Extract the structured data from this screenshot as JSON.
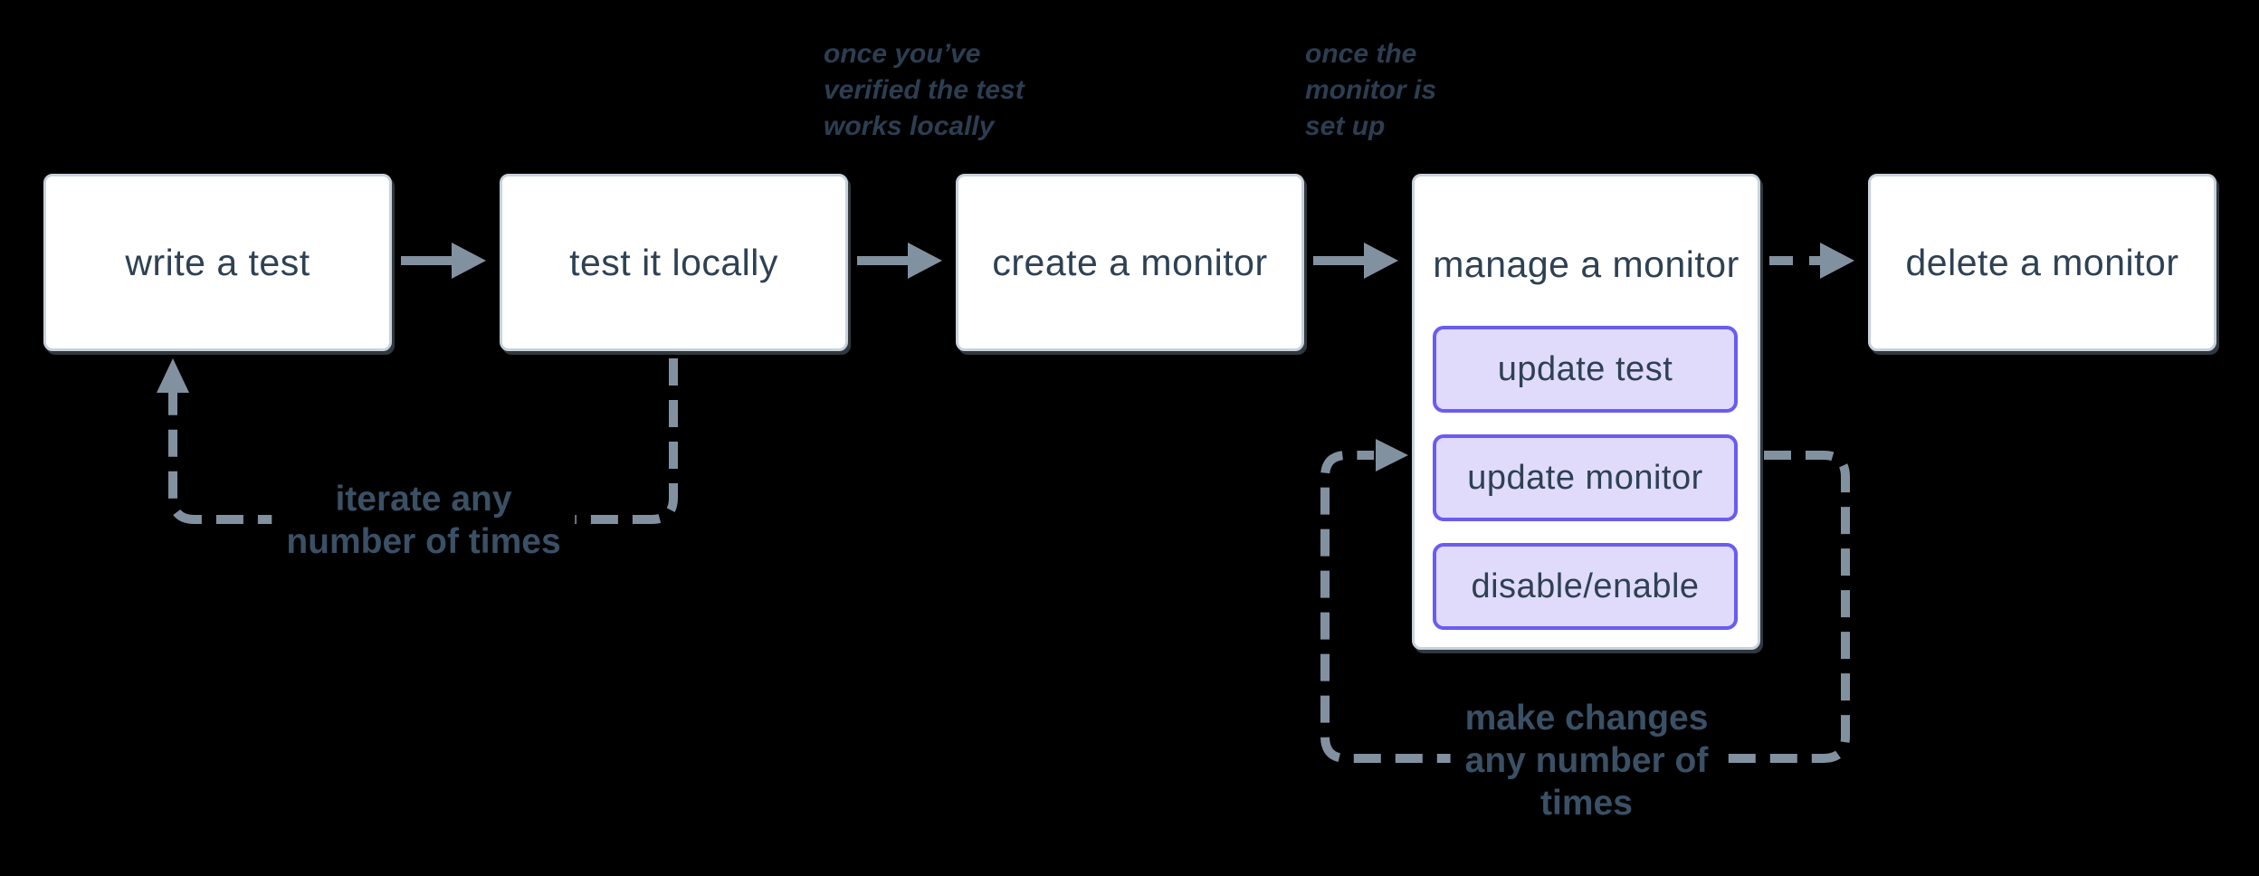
{
  "diagram": {
    "background": "#000000",
    "nodes": {
      "write_test": {
        "label": "write a test"
      },
      "test_locally": {
        "label": "test it locally"
      },
      "create_monitor": {
        "label": "create a monitor"
      },
      "manage_monitor": {
        "label": "manage a monitor",
        "actions": {
          "update_test": "update test",
          "update_monitor": "update monitor",
          "disable_enable": "disable/enable"
        }
      },
      "delete_monitor": {
        "label": "delete a monitor"
      }
    },
    "annotations": {
      "after_local_test": {
        "line1": "once you’ve",
        "line2": "verified the test",
        "line3": "works locally"
      },
      "after_monitor_setup": {
        "line1": "once the",
        "line2": "monitor is",
        "line3": "set up"
      }
    },
    "loop_labels": {
      "iterate": {
        "line1": "iterate any",
        "line2": "number of times"
      },
      "make_changes": {
        "line1": "make changes",
        "line2": "any number of",
        "line3": "times"
      }
    },
    "colors": {
      "node_bg": "#ffffff",
      "node_border": "#c7d2dc",
      "node_text": "#2e4154",
      "action_bg": "#e0dbfb",
      "action_border": "#6a5cf1",
      "connector_gray": "#8291a0",
      "annotation_text": "#2c3e51",
      "loop_label_text": "#3a5065"
    }
  }
}
